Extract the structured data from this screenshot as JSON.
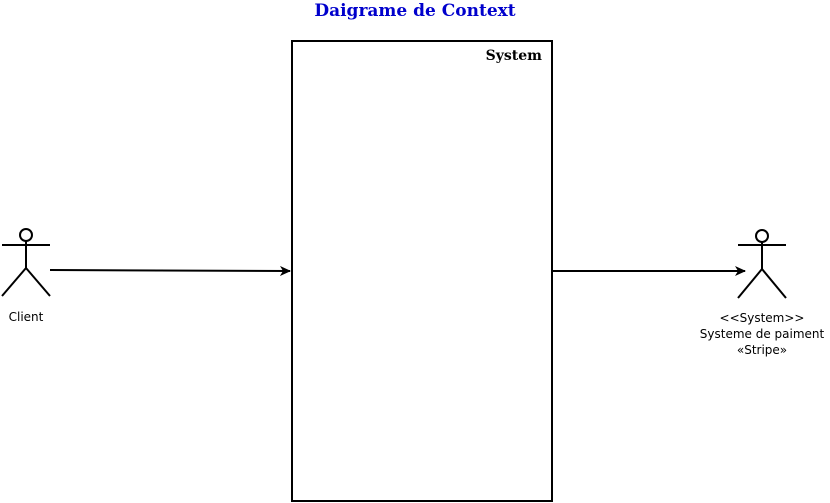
{
  "diagram": {
    "title": "Daigrame de Context",
    "system": {
      "label": "System"
    },
    "actors": [
      {
        "label_lines": [
          "Client"
        ]
      },
      {
        "label_lines": [
          "<<System>>",
          "Systeme de paiment",
          "«Stripe»"
        ]
      }
    ],
    "colors": {
      "title": "#0000cc",
      "stroke": "#000000",
      "background": "#ffffff"
    }
  }
}
